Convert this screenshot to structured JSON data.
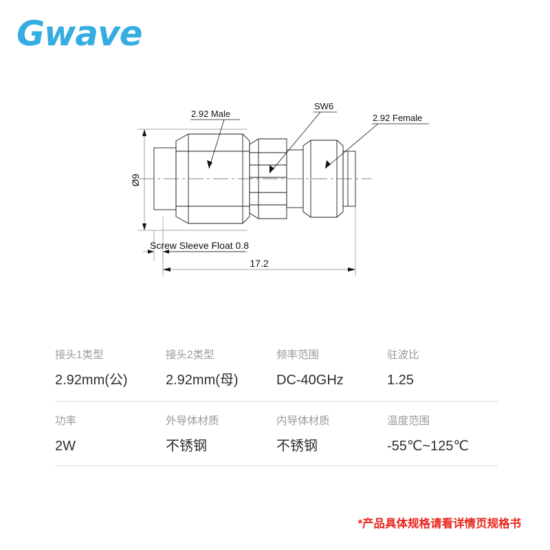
{
  "brand": {
    "name": "Gwave",
    "color": "#35ade0"
  },
  "drawing": {
    "callouts": {
      "left": "2.92 Male",
      "middle": "SW6",
      "right": "2.92 Female"
    },
    "dimensions": {
      "diameter": "Ø9",
      "float": "Screw Sleeve Float 0.8",
      "length": "17.2"
    }
  },
  "specs": {
    "rows": [
      {
        "cells": [
          {
            "label": "接头1类型",
            "value": "2.92mm(公)"
          },
          {
            "label": "接头2类型",
            "value": "2.92mm(母)"
          },
          {
            "label": "频率范围",
            "value": "DC-40GHz"
          },
          {
            "label": "驻波比",
            "value": "1.25"
          }
        ]
      },
      {
        "cells": [
          {
            "label": "功率",
            "value": "2W"
          },
          {
            "label": "外导体材质",
            "value": "不锈钢"
          },
          {
            "label": "内导体材质",
            "value": "不锈钢"
          },
          {
            "label": "温度范围",
            "value": "-55℃~125℃"
          }
        ]
      }
    ]
  },
  "footer": {
    "note": "*产品具体规格请看详情页规格书",
    "color": "#e8271c"
  }
}
